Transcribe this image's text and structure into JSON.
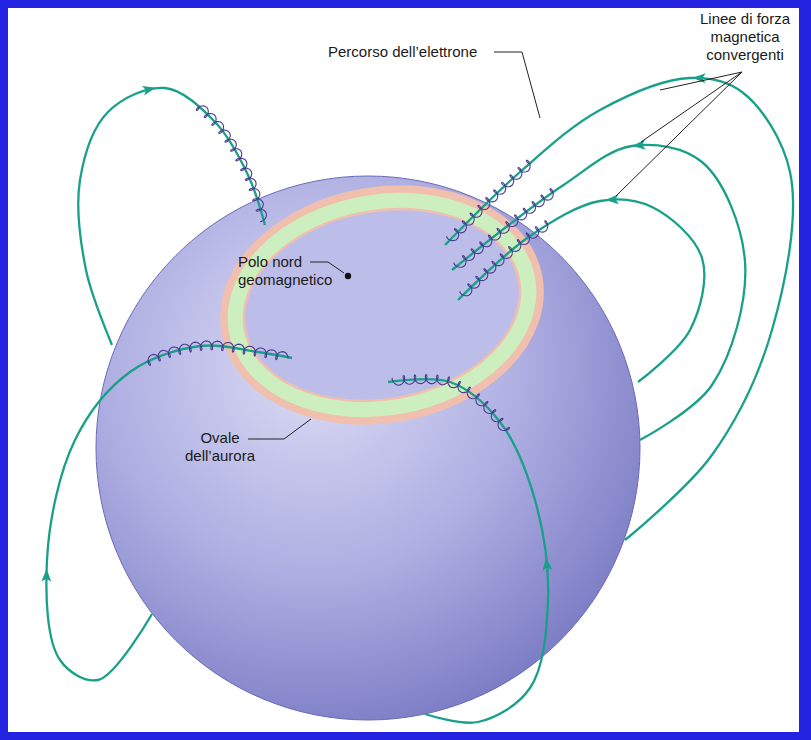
{
  "diagram": {
    "labels": [
      "Linee di forza magnetica convergenti",
      "Percorso dell’elettrone",
      "Polo nord geomagnetico",
      "Ovale dell’aurora"
    ]
  }
}
